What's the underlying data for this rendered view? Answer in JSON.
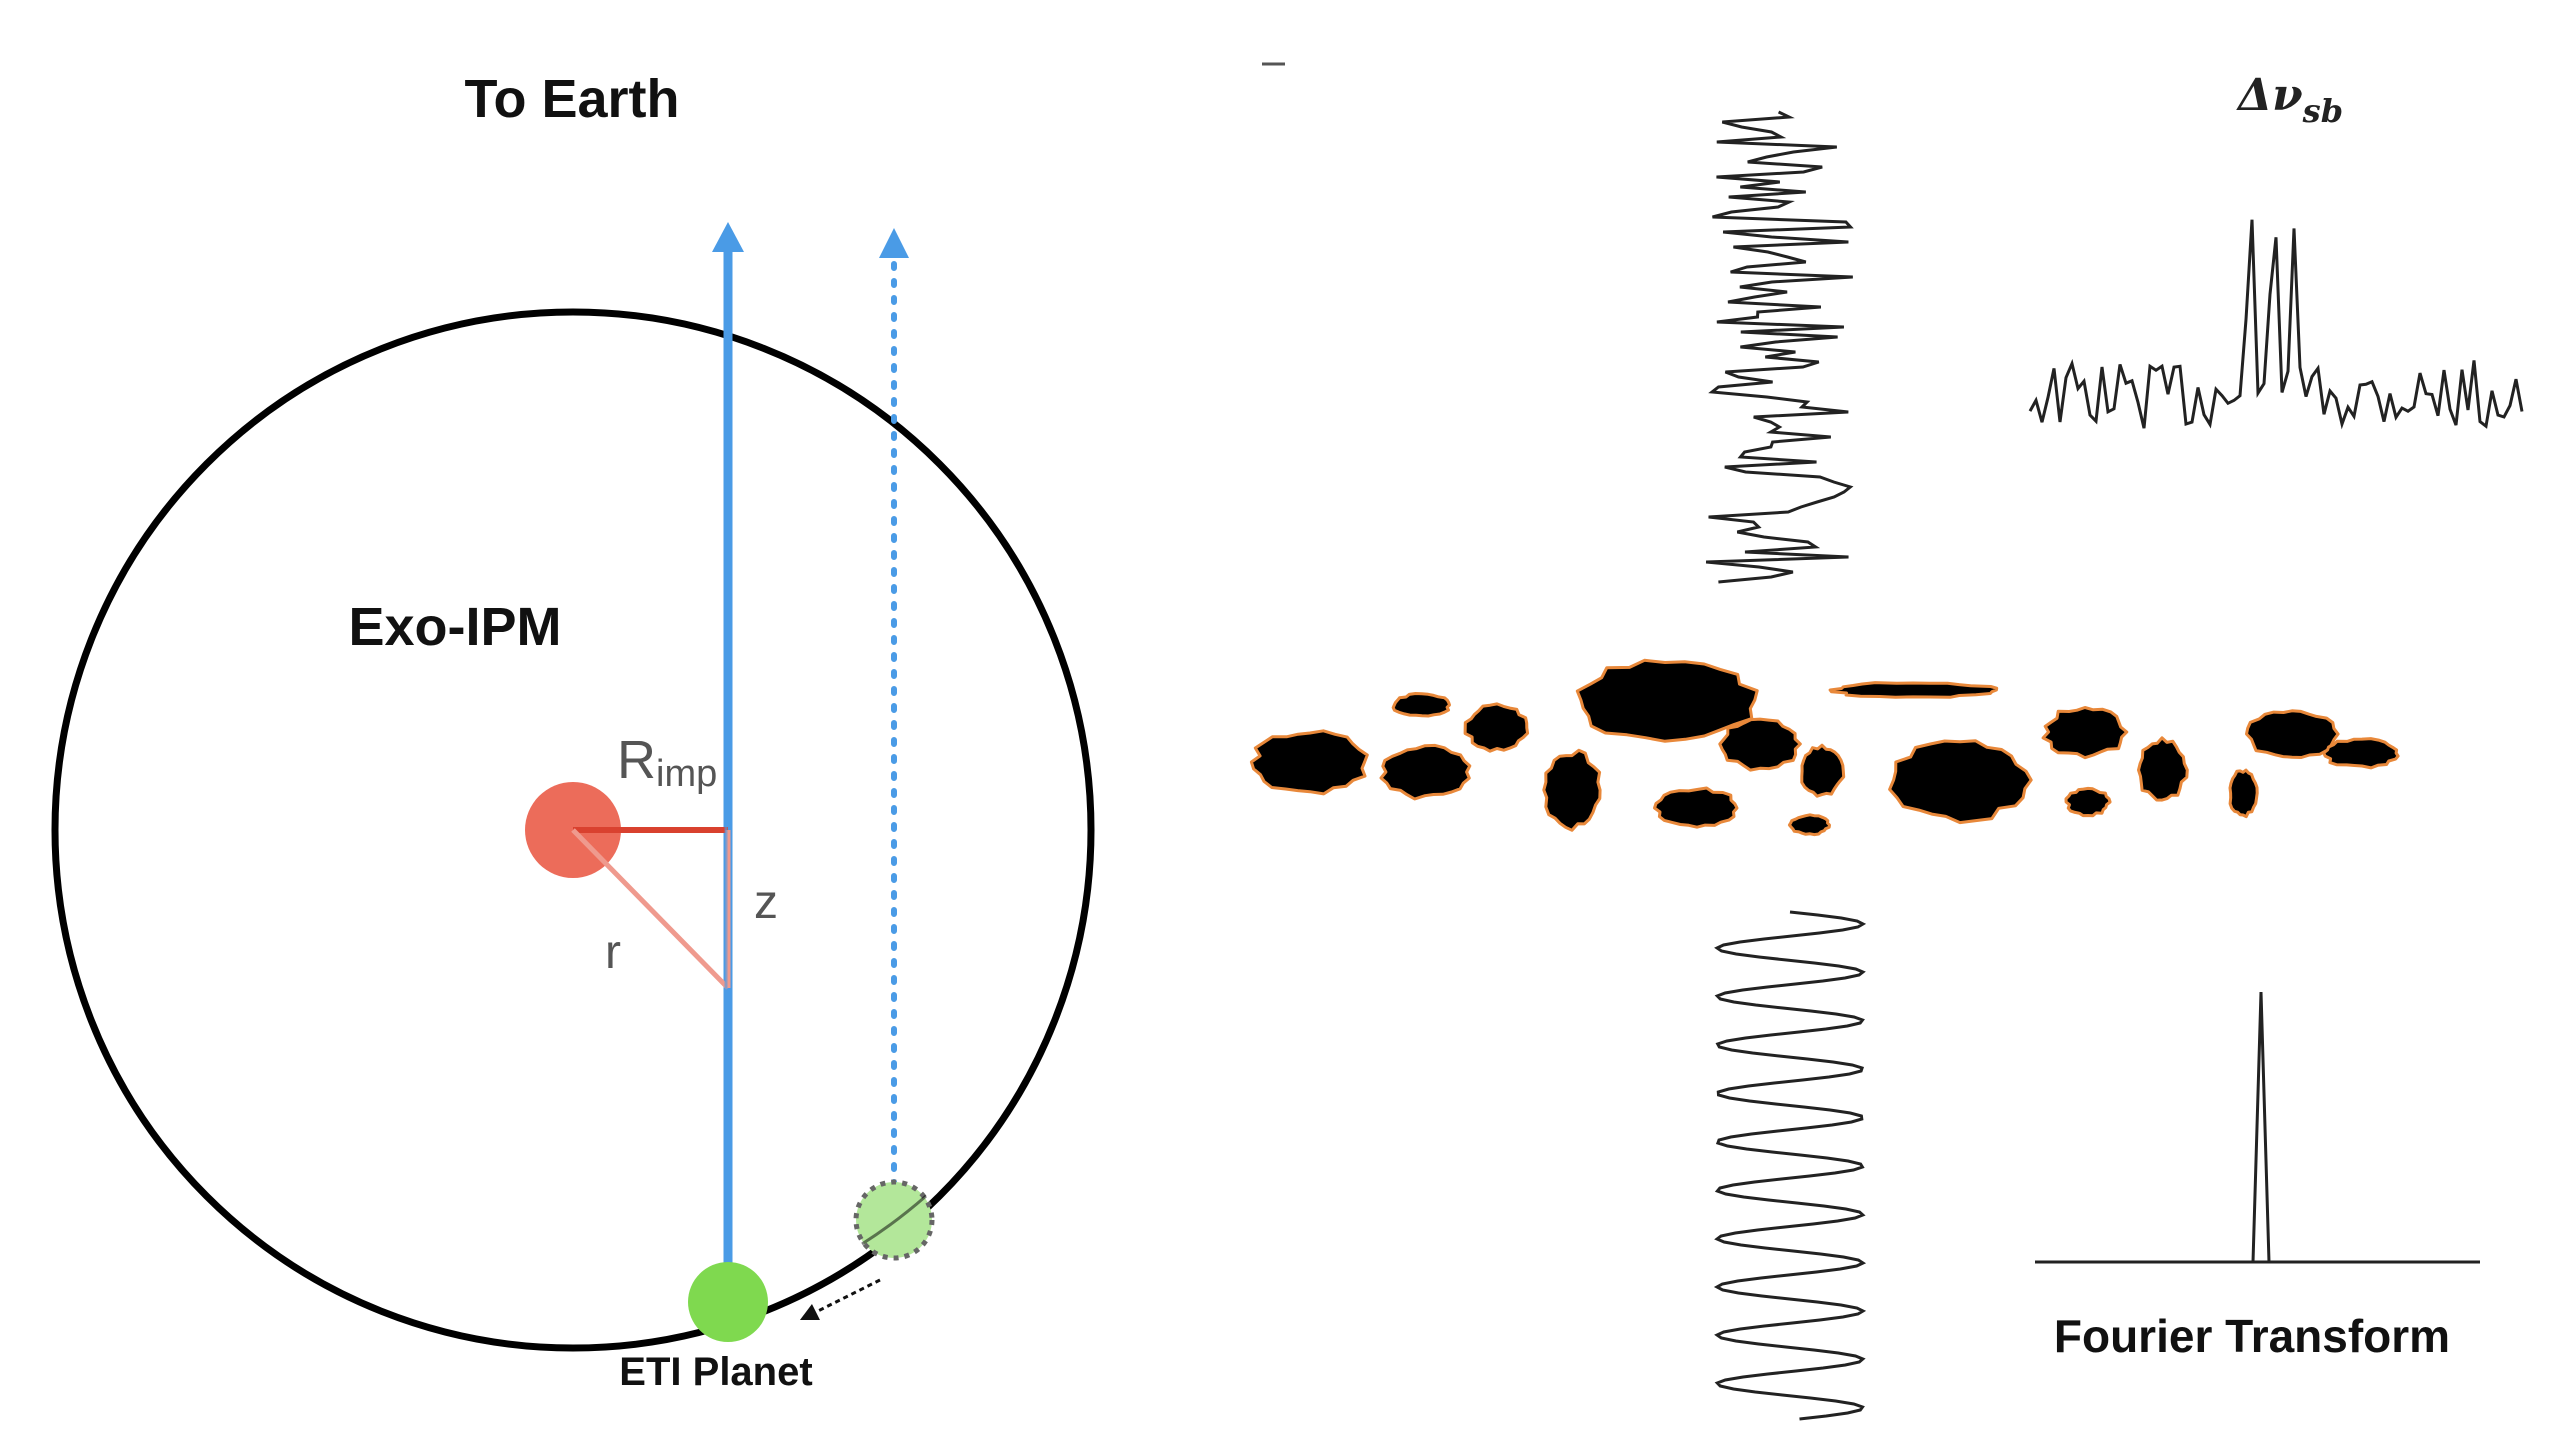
{
  "labels": {
    "to_earth": "To Earth",
    "exo_ipm": "Exo-IPM",
    "r_imp_main": "R",
    "r_imp_sub": "imp",
    "z": "z",
    "r": "r",
    "eti_planet": "ETI Planet",
    "delta_nu_main": "Δν",
    "delta_nu_sub": "sb",
    "fourier_transform": "Fourier Transform"
  },
  "colors": {
    "orbit": "#000000",
    "sightline": "#4a9be6",
    "star": "#ec6c5a",
    "impact_line": "#d9412f",
    "radius_line": "#ef9a8e",
    "planet": "#7fd94f",
    "planet_prev": "#b3e79a",
    "blob_fill": "#000000",
    "blob_edge": "#e8883a",
    "signal": "#222222"
  }
}
